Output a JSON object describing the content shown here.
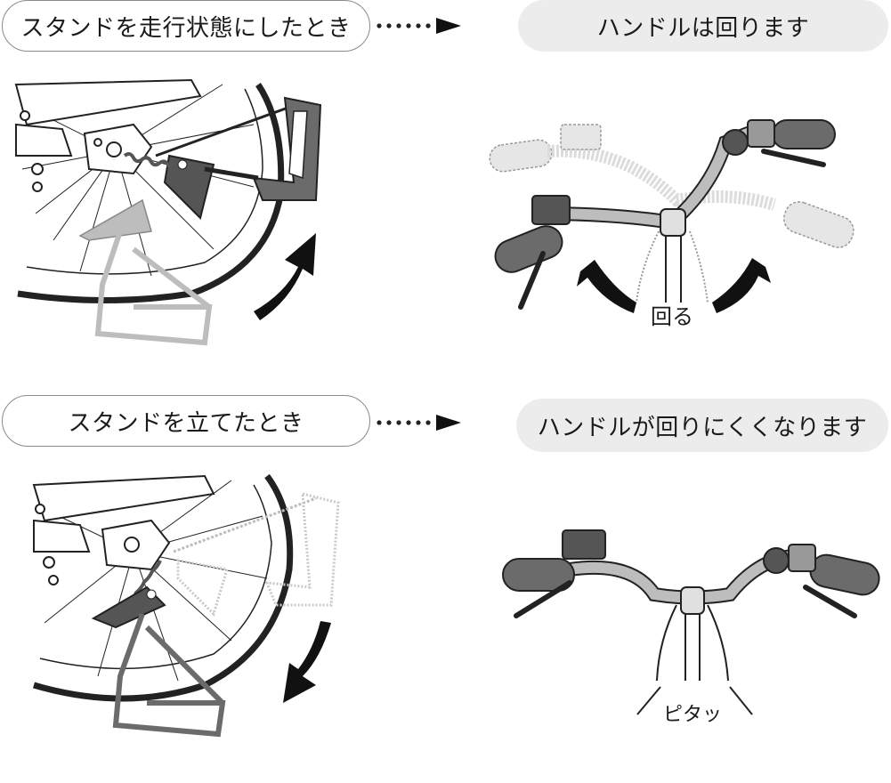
{
  "section_top": {
    "condition": "スタンドを走行状態にしたとき",
    "result": "ハンドルは回ります",
    "caption": "回る"
  },
  "section_bottom": {
    "condition": "スタンドを立てたとき",
    "result": "ハンドルが回りにくくなります",
    "caption": "ピタッ"
  },
  "colors": {
    "stroke": "#222222",
    "stand_dark": "#6b6b6b",
    "stand_light": "#bdbdbd",
    "ghost": "#d9d9d9",
    "pill_fill": "#ececec",
    "pill_border": "#8a8a8a"
  }
}
